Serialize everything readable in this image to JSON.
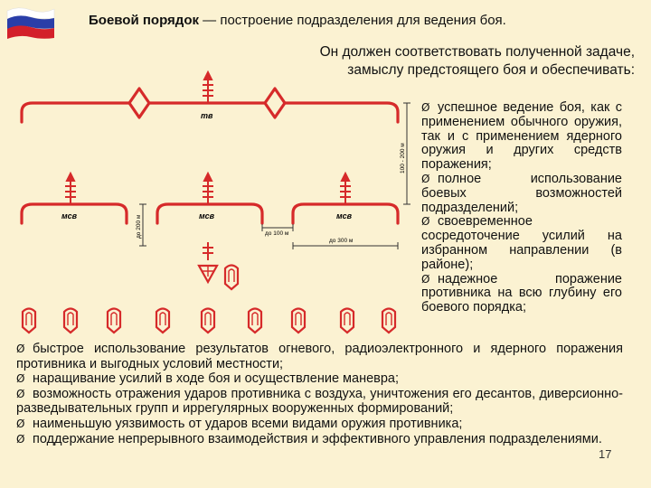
{
  "colors": {
    "background": "#fbf2d2",
    "diagram_red": "#d62a2a",
    "flag_white": "#ffffff",
    "flag_blue": "#2a3ea8",
    "flag_red": "#d3202a"
  },
  "header": {
    "title_bold": "Боевой порядок",
    "title_rest": " — построение подразделения для ведения боя.",
    "subtitle_line1": "Он должен соответствовать полученной задаче,",
    "subtitle_line2": "замыслу предстоящего боя и обеспечивать:"
  },
  "diagram": {
    "label_top": "тв",
    "label_msb_left": "мсв",
    "label_msb_center": "мсв",
    "label_msb_right": "мсв",
    "dist_vertical_top": "100 - 200 м",
    "dist_vertical_left": "до 200 м",
    "dist_gap_1": "до 100 м",
    "dist_gap_2": "до 300 м"
  },
  "right_list": [
    "успешное ведение боя, как с применением обычного оружия, так и с применением ядерного оружия и других средств поражения;",
    "полное использование боевых возможностей подразделений;",
    "своевременное сосредоточение усилий на избранном направлении (в районе);",
    "надежное поражение противника на всю глубину его боевого порядка;"
  ],
  "bottom_list": [
    "быстрое использование результатов огневого, радиоэлектронного и ядерного поражения противника и выгодных условий местности;",
    "наращивание усилий в ходе боя и осуществление маневра;",
    "возможность отражения ударов противника с воздуха, уничтожения его десантов, диверсионно-разведывательных групп и иррегулярных вооруженных формирований;",
    "наименьшую уязвимость от ударов всеми видами оружия противника;",
    "поддержание непрерывного взаимодействия и эффективного управления подразделениями."
  ],
  "list_marker": "Ø",
  "page_number": "17"
}
